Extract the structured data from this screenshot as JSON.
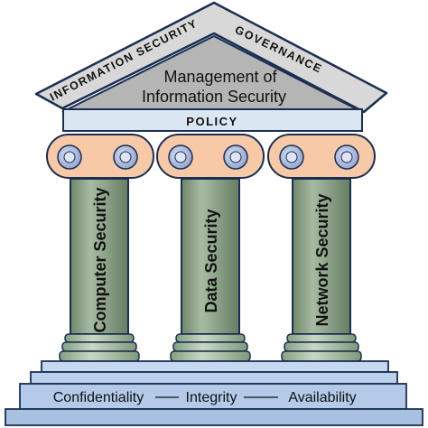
{
  "roof": {
    "left_slope_text": "INFORMATION SECURITY",
    "right_slope_text": "GOVERNANCE",
    "pediment_line1": "Management of",
    "pediment_line2": "Information Security"
  },
  "beam": {
    "label": "POLICY"
  },
  "pillars": [
    {
      "label": "Computer Security"
    },
    {
      "label": "Data Security"
    },
    {
      "label": "Network Security"
    }
  ],
  "foundation": {
    "principles": [
      "Confidentiality",
      "Integrity",
      "Availability"
    ],
    "separator": "—"
  },
  "colors": {
    "outline": "#1a2f52",
    "roof_band": "#d8d8d8",
    "pediment": "#b3b3b3",
    "beam": "#dbe6f3",
    "capital": "#f7c9a6",
    "volute_outer": "#8fa3cf",
    "volute_inner": "#c2cdeb",
    "column": "#7d9478",
    "column_base": "#9fb59b",
    "step": "#bcd2ec",
    "step_dark": "#a9c1e0"
  }
}
